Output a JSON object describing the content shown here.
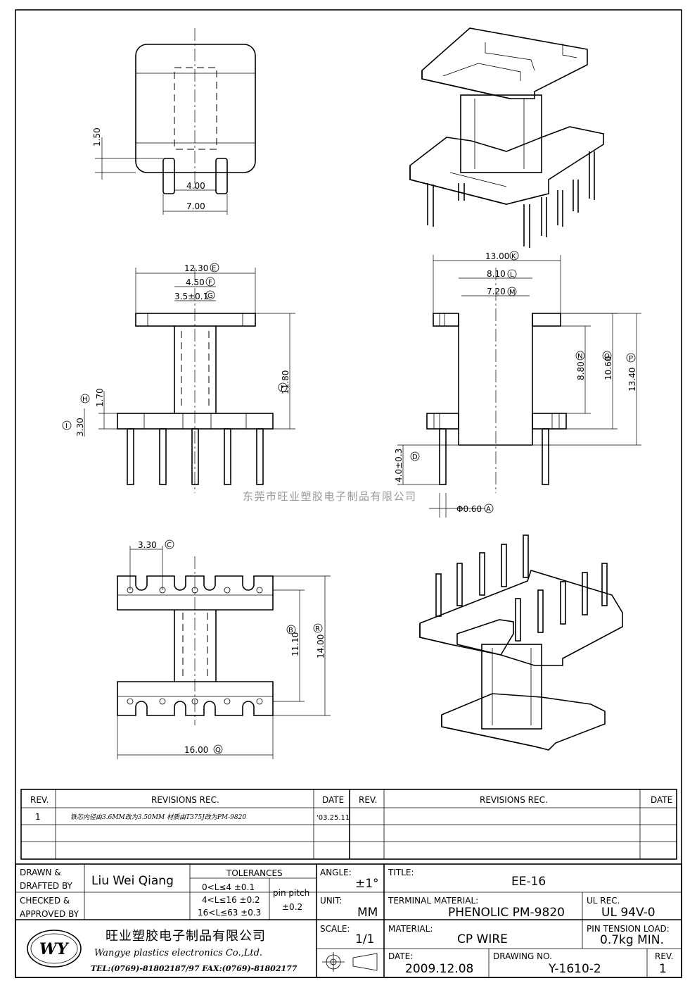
{
  "watermark": "东莞市旺业塑胶电子制品有限公司",
  "dimensions": {
    "top_view": {
      "d_1_50": "1.50",
      "d_4_00": "4.00",
      "d_7_00": "7.00"
    },
    "front_view": {
      "d_12_30": "12.30",
      "tag_E": "E",
      "d_4_50": "4.50",
      "tag_F": "F",
      "d_3_5": "3.5±0.1",
      "tag_G": "G",
      "d_11_80": "11.80",
      "tag_J": "J",
      "d_1_70": "1.70",
      "tag_H": "H",
      "d_3_30": "3.30",
      "tag_I": "I"
    },
    "side_view": {
      "d_13_00": "13.00",
      "tag_K": "K",
      "d_8_10": "8.10",
      "tag_L": "L",
      "d_7_20": "7.20",
      "tag_M": "M",
      "d_8_80": "8.80",
      "tag_N": "N",
      "d_10_60": "10.60",
      "tag_O": "O",
      "d_13_40": "13.40",
      "tag_P": "P",
      "d_4_0": "4.0±0.3",
      "tag_D": "D",
      "d_0_60": "Φ0.60",
      "tag_A": "A"
    },
    "bottom_view": {
      "d_3_30": "3.30",
      "tag_C": "C",
      "d_11_10": "11.10",
      "tag_B": "B",
      "d_14_00": "14.00",
      "tag_R": "R",
      "d_16_00": "16.00",
      "tag_Q": "Q"
    }
  },
  "revisions": {
    "header_rev": "REV.",
    "header_rec": "REVISIONS   REC.",
    "header_date": "DATE",
    "rows": [
      {
        "rev": "1",
        "text": "铁芯内径由3.6MM改为3.50MM   材质由T375J改为PM-9820",
        "date": "'03.25.11"
      }
    ]
  },
  "title_block": {
    "drawn_label_1": "DRAWN &",
    "drawn_label_2": "DRAFTED BY",
    "drawn_value": "Liu Wei Qiang",
    "checked_label_1": "CHECKED &",
    "checked_label_2": "APPROVED BY",
    "tolerances_label": "TOLERANCES",
    "tol_rows": [
      "0<L≤4    ±0.1",
      "4<L≤16  ±0.2",
      "16<L≤63  ±0.3"
    ],
    "pin_pitch_label": "pin pitch",
    "pin_pitch_value": "±0.2",
    "angle_label": "ANGLE:",
    "angle_value": "±1°",
    "unit_label": "UNIT:",
    "unit_value": "MM",
    "scale_label": "SCALE:",
    "scale_value": "1/1",
    "title_label": "TITLE:",
    "title_value": "EE-16",
    "terminal_label": "TERMINAL MATERIAL:",
    "terminal_value": "PHENOLIC PM-9820",
    "ul_label": "UL REC.",
    "ul_value": "UL 94V-0",
    "material_label": "MATERIAL:",
    "material_value": "CP WIRE",
    "pin_tension_label": "PIN TENSION LOAD:",
    "pin_tension_value": "0.7kg MIN.",
    "date_label": "DATE:",
    "date_value": "2009.12.08",
    "drawing_no_label": "DRAWING NO.",
    "drawing_no_value": "Y-1610-2",
    "rev_label": "REV.",
    "rev_value": "1",
    "company_cn": "旺业塑胶电子制品有限公司",
    "company_en": "Wangye plastics electronics Co.,Ltd.",
    "company_contact": "TEL:(0769)-81802187/97   FAX:(0769)-81802177",
    "logo_text": "WY"
  }
}
